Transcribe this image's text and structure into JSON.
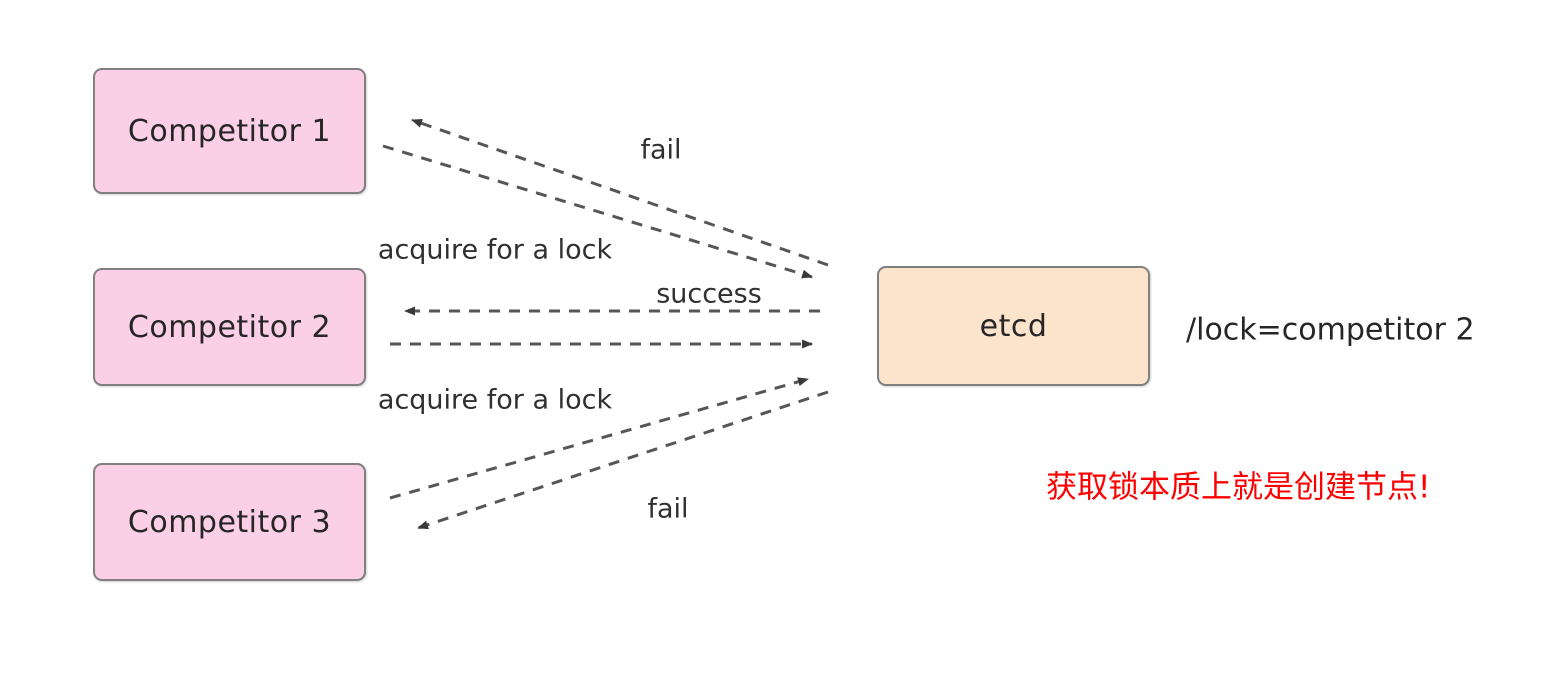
{
  "diagram": {
    "title": "etcd distributed lock acquisition",
    "background": "#ffffff",
    "colors": {
      "competitor_fill": "#fbd0e6",
      "store_fill": "#fce3cc",
      "node_border": "#7f7f7f",
      "edge": "#444444",
      "text": "#262626",
      "highlight_red": "#fe0000"
    },
    "nodes": [
      {
        "id": "competitor-1",
        "label": "Competitor 1",
        "kind": "competitor"
      },
      {
        "id": "competitor-2",
        "label": "Competitor 2",
        "kind": "competitor"
      },
      {
        "id": "competitor-3",
        "label": "Competitor 3",
        "kind": "competitor"
      },
      {
        "id": "etcd",
        "label": "etcd",
        "kind": "store"
      }
    ],
    "edge_labels": {
      "fail_top": "fail",
      "acquire_top": "acquire for a lock",
      "success": "success",
      "acquire_bottom": "acquire for a lock",
      "fail_bottom": "fail"
    },
    "notes": {
      "lock_key": "/lock=competitor 2",
      "chinese": "获取锁本质上就是创建节点!"
    }
  }
}
